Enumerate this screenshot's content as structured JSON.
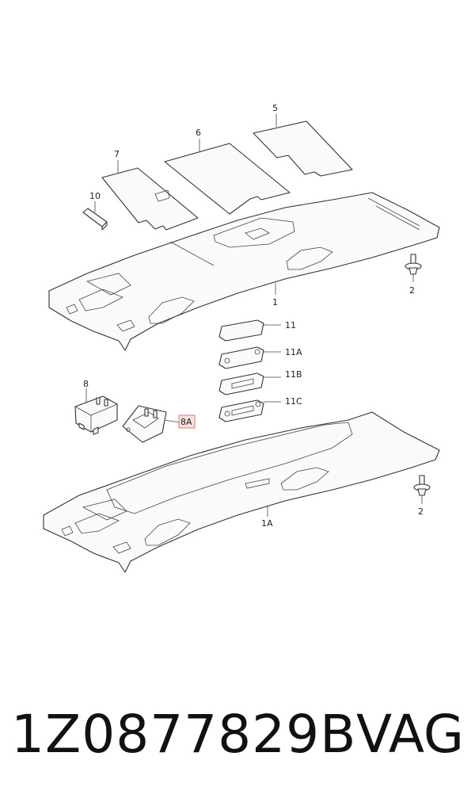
{
  "diagram": {
    "labels": {
      "p1": "1",
      "p1a": "1A",
      "p2a": "2",
      "p2b": "2",
      "p5": "5",
      "p6": "6",
      "p7": "7",
      "p8": "8",
      "p8a": "8A",
      "p10": "10",
      "p11": "11",
      "p11a": "11A",
      "p11b": "11B",
      "p11c": "11C"
    },
    "highlight_color": "#fde0e0"
  },
  "footer": {
    "part_number": "1Z0877829B",
    "brand": "VAG"
  }
}
